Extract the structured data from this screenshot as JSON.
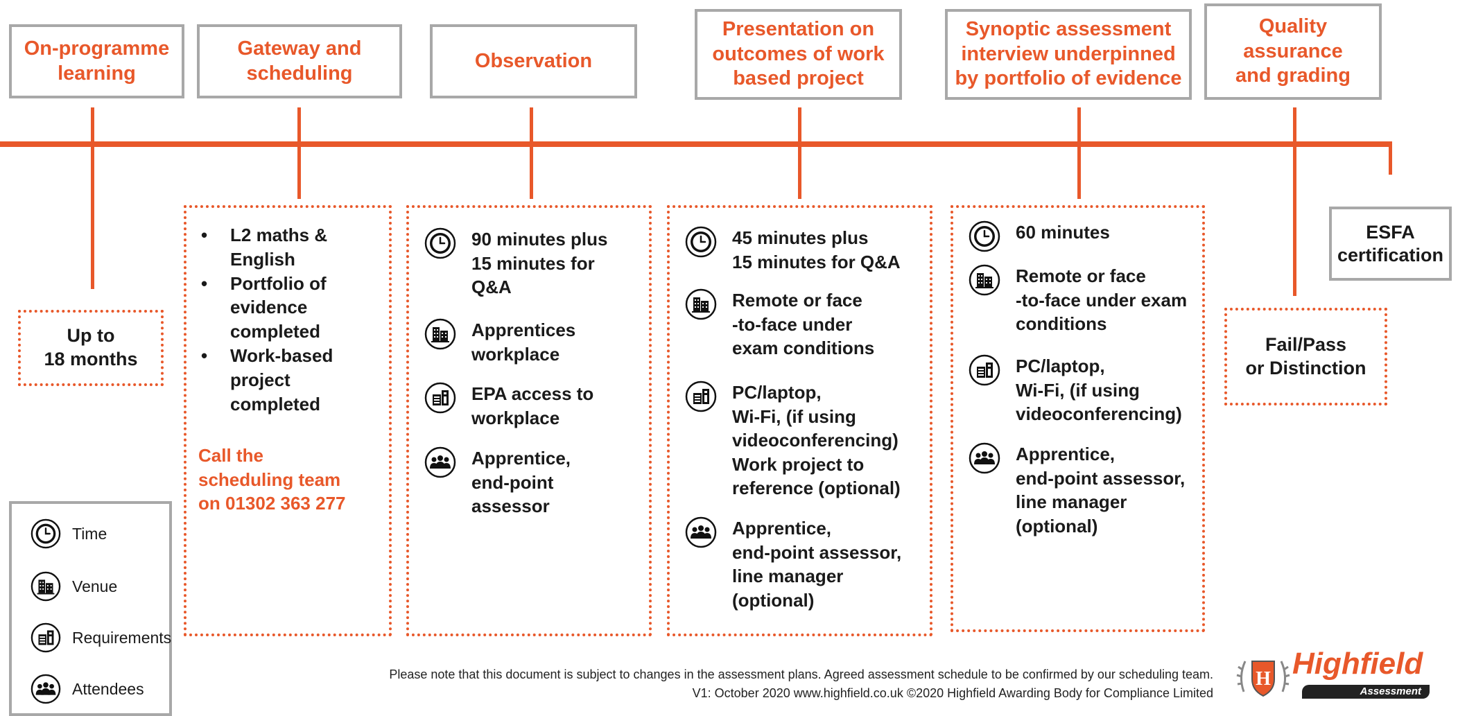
{
  "stages": [
    {
      "id": "onprog",
      "title": "On-programme\nlearning"
    },
    {
      "id": "gateway",
      "title": "Gateway and\nscheduling"
    },
    {
      "id": "observation",
      "title": "Observation"
    },
    {
      "id": "presentation",
      "title": "Presentation on\noutcomes of work\nbased project"
    },
    {
      "id": "synoptic",
      "title": "Synoptic assessment\ninterview underpinned\nby portfolio of evidence"
    },
    {
      "id": "quality",
      "title": "Quality\nassurance\nand grading"
    }
  ],
  "esfa": "ESFA\ncertification",
  "onprog_duration": "Up to\n18 months",
  "gateway": {
    "bullets": [
      "L2 maths &\nEnglish",
      "Portfolio of\nevidence\ncompleted",
      "Work-based\nproject\ncompleted"
    ],
    "call": "Call the\nscheduling team\non 01302 363 277"
  },
  "observation": {
    "time": "90 minutes plus\n15 minutes for\nQ&A",
    "venue": "Apprentices\nworkplace",
    "requirements": "EPA access to\nworkplace",
    "attendees": "Apprentice,\nend-point\nassessor"
  },
  "presentation": {
    "time": "45 minutes plus\n15 minutes for Q&A",
    "venue": "Remote or face\n-to-face under\nexam conditions",
    "requirements": "PC/laptop,\nWi-Fi, (if using\nvideoconferencing)\nWork project to\nreference (optional)",
    "attendees": "Apprentice,\nend-point assessor,\nline manager\n(optional)"
  },
  "synoptic": {
    "time": "60 minutes",
    "venue": "Remote or face\n-to-face under exam\nconditions",
    "requirements": "PC/laptop,\nWi-Fi, (if using\nvideoconferencing)",
    "attendees": "Apprentice,\nend-point assessor,\nline manager\n(optional)"
  },
  "grading": "Fail/Pass\nor Distinction",
  "legend": [
    {
      "icon": "clock-icon",
      "label": "Time"
    },
    {
      "icon": "building-icon",
      "label": "Venue"
    },
    {
      "icon": "requirements-icon",
      "label": "Requirements"
    },
    {
      "icon": "people-icon",
      "label": "Attendees"
    }
  ],
  "footer": {
    "line1": "Please note that this document is subject to changes in the assessment plans.  Agreed assessment schedule to be confirmed by our scheduling team.",
    "line2": "V1: October 2020   www.highfield.co.uk   ©2020 Highfield Awarding Body for Compliance Limited"
  },
  "logo": {
    "name": "Highfield",
    "sub": "Assessment"
  },
  "colors": {
    "accent": "#e8582a",
    "box_border": "#a8a8a8",
    "text": "#1a1a1a"
  }
}
